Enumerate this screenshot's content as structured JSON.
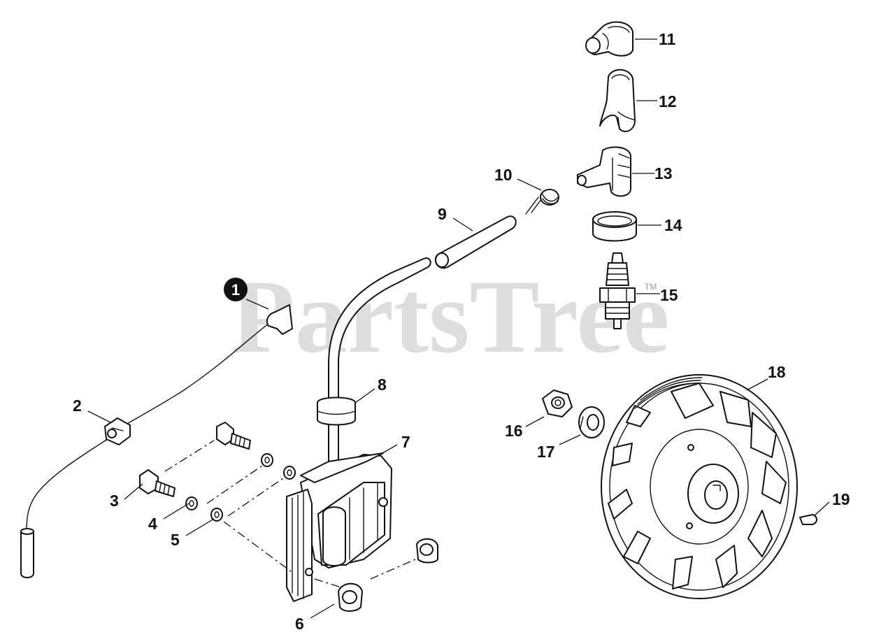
{
  "watermark": {
    "text": "PartsTree",
    "trademark": "TM"
  },
  "callouts": [
    {
      "id": "1",
      "badge": true
    },
    {
      "id": "2"
    },
    {
      "id": "3"
    },
    {
      "id": "4"
    },
    {
      "id": "5"
    },
    {
      "id": "6"
    },
    {
      "id": "7"
    },
    {
      "id": "8"
    },
    {
      "id": "9"
    },
    {
      "id": "10"
    },
    {
      "id": "11"
    },
    {
      "id": "12"
    },
    {
      "id": "13"
    },
    {
      "id": "14"
    },
    {
      "id": "15"
    },
    {
      "id": "16"
    },
    {
      "id": "17"
    },
    {
      "id": "18"
    },
    {
      "id": "19"
    }
  ],
  "colors": {
    "line": "#111111",
    "watermark": "#bdbdbd",
    "badge": "#111111",
    "background": "#ffffff"
  }
}
